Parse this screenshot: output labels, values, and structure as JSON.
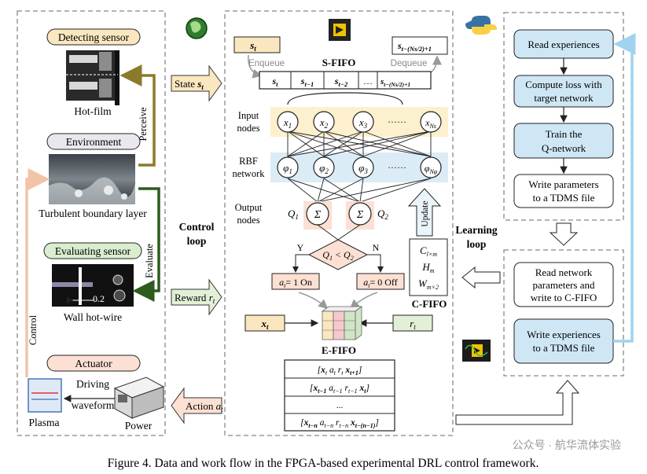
{
  "caption": "Figure 4. Data and work flow in the FPGA-based experimental DRL control framework.",
  "watermark": "公众号 · 航华流体实验",
  "left": {
    "detecting_sensor": "Detecting sensor",
    "hot_film": "Hot-film",
    "environment": "Environment",
    "turbulent": "Turbulent boundary layer",
    "evaluating_sensor": "Evaluating sensor",
    "wall_hot_wire": "Wall hot-wire",
    "scale": "0.2",
    "actuator": "Actuator",
    "plasma": "Plasma",
    "power": "Power",
    "driving": "Driving",
    "waveform": "waveform",
    "perceive": "Perceive",
    "evaluate": "Evaluate",
    "control": "Control"
  },
  "mid": {
    "state": "State",
    "state_sym": "s",
    "state_sub": "t",
    "control_loop_1": "Control",
    "control_loop_2": "loop",
    "reward": "Reward",
    "reward_sym": "r",
    "reward_sub": "t",
    "action": "Action",
    "action_sym": "a",
    "action_sub": "t"
  },
  "fpga": {
    "st_in": "s",
    "st_in_sub": "t",
    "enqueue": "Enqueue",
    "sfifo": "S-FIFO",
    "dequeue": "Dequeue",
    "st_out": "s",
    "st_out_sub": "t−(Ns/2)+1",
    "queue": [
      "s_t",
      "s_t−1",
      "s_t−2",
      "…",
      "s_t−(Ns/2)+1"
    ],
    "input_nodes_1": "Input",
    "input_nodes_2": "nodes",
    "rbf_1": "RBF",
    "rbf_2": "network",
    "output_1": "Output",
    "output_2": "nodes",
    "x_nodes": [
      "x1",
      "x2",
      "x3",
      "xNs"
    ],
    "phi_nodes": [
      "φ1",
      "φ2",
      "φ3",
      "φNφ"
    ],
    "dots": "······",
    "sigma": "Σ",
    "q1": "Q1",
    "q2": "Q2",
    "cond": "Q1 < Q2",
    "yes": "Y",
    "no": "N",
    "on": "at = 1 On",
    "off": "at = 0 Off",
    "update": "Update",
    "cfifo": "C-FIFO",
    "c_lines": [
      "Cl×m",
      "Hm",
      "Wm×2"
    ],
    "efifo": "E-FIFO",
    "xt": "xt",
    "rt": "rt",
    "exp_rows": [
      "[xt at rt xt+1]",
      "[xt−1 at−1 rt−1 xt]",
      "...",
      "[xt−n at−n rt−n xt−(n−1)]"
    ]
  },
  "learning": {
    "read_exp": "Read experiences",
    "compute_1": "Compute loss with",
    "compute_2": "target network",
    "train_1": "Train the",
    "train_2": "Q-network",
    "write_1": "Write parameters",
    "write_2": "to a TDMS file",
    "loop_1": "Learning",
    "loop_2": "loop",
    "readnet_1": "Read network",
    "readnet_2": "parameters and",
    "readnet_3": "write to C-FIFO",
    "writeexp_1": "Write experiences",
    "writeexp_2": "to a TDMS file"
  }
}
